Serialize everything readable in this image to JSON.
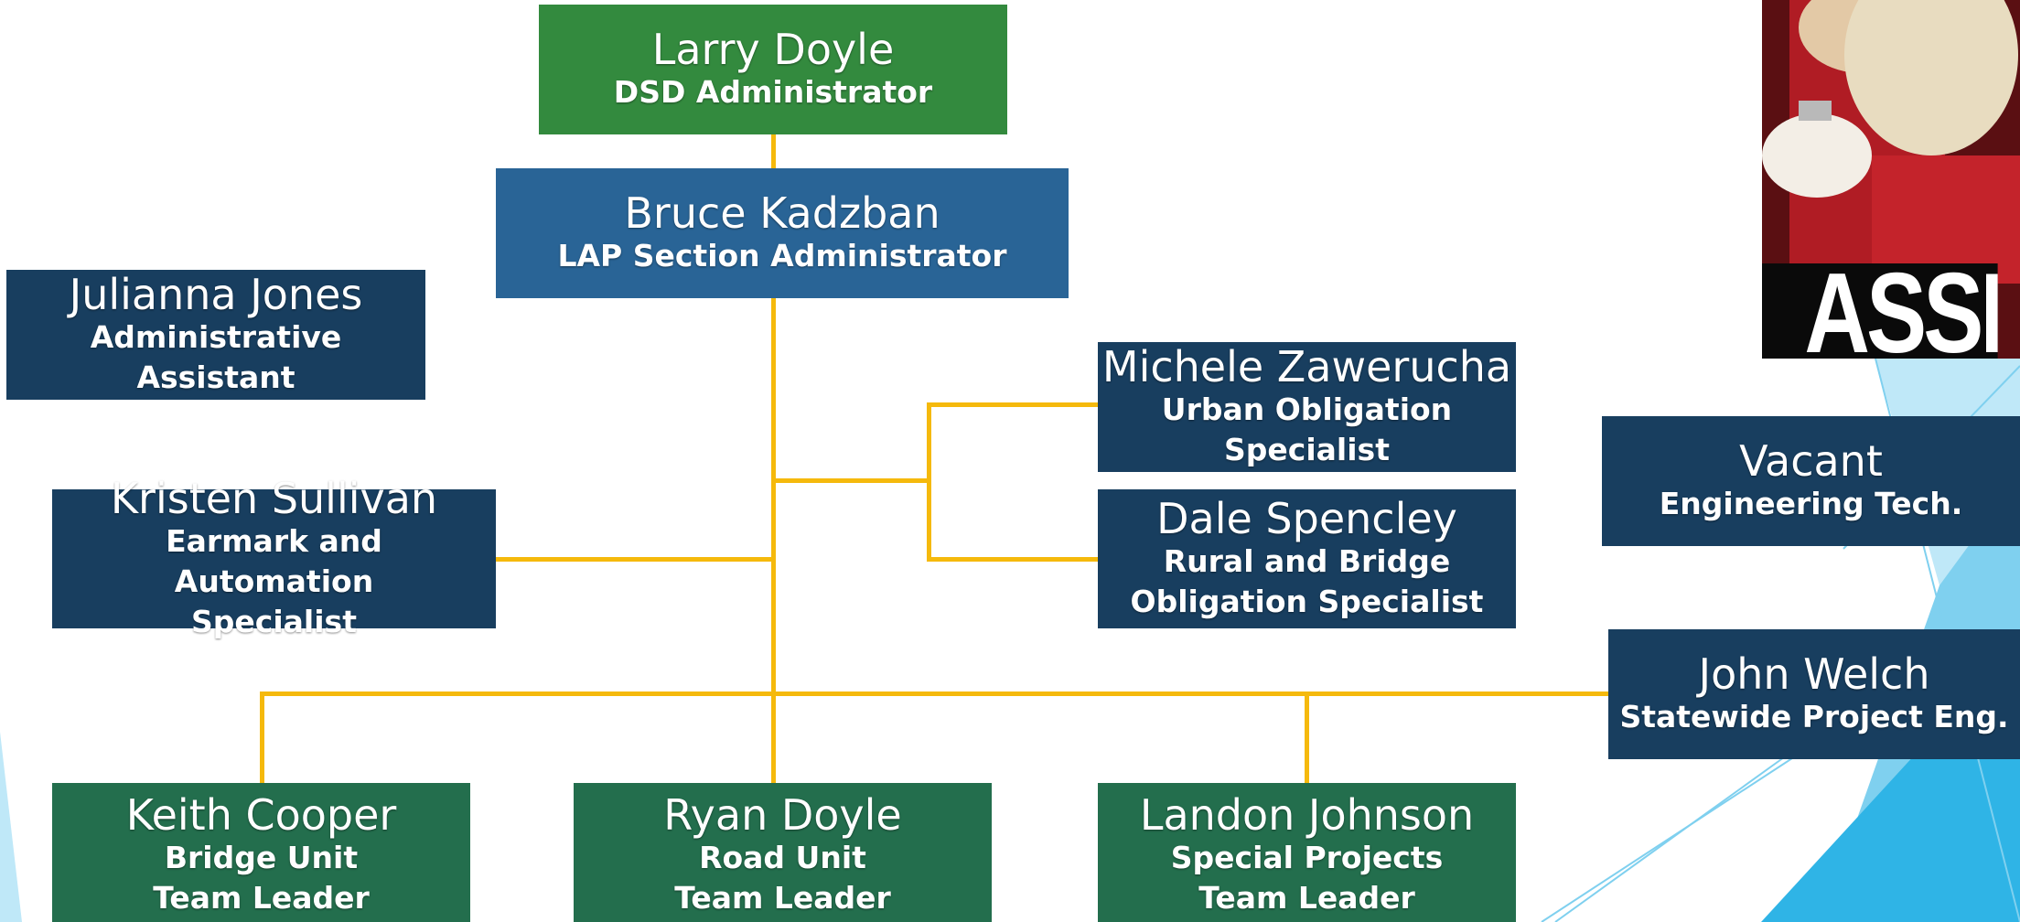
{
  "colors": {
    "connector": "#f5b90c",
    "exec_box": "#338a3e",
    "section_box": "#296496",
    "staff_box": "#183e5f",
    "team_box": "#236e4d",
    "decor_light_blue": "#bfe8f8",
    "decor_mid_blue": "#7fd0ef",
    "decor_deep_blue": "#2fb4e6"
  },
  "org": {
    "larry": {
      "name": "Larry Doyle",
      "role": "DSD Administrator"
    },
    "bruce": {
      "name": "Bruce Kadzban",
      "role": "LAP Section Administrator"
    },
    "julianna": {
      "name": "Julianna Jones",
      "role_line1": "Administrative",
      "role_line2": "Assistant"
    },
    "kristen": {
      "name": "Kristen Sullivan",
      "role_line1": "Earmark and Automation",
      "role_line2": "Specialist"
    },
    "michele": {
      "name": "Michele Zawerucha",
      "role_line1": "Urban Obligation",
      "role_line2": "Specialist"
    },
    "dale": {
      "name": "Dale Spencley",
      "role_line1": "Rural and Bridge",
      "role_line2": "Obligation Specialist"
    },
    "vacant": {
      "name": "Vacant",
      "role": "Engineering Tech."
    },
    "john": {
      "name": "John Welch",
      "role": "Statewide Project Eng."
    },
    "keith": {
      "name": "Keith Cooper",
      "role_line1": "Bridge Unit",
      "role_line2": "Team Leader"
    },
    "ryan": {
      "name": "Ryan Doyle",
      "role_line1": "Road Unit",
      "role_line2": "Team Leader"
    },
    "landon": {
      "name": "Landon Johnson",
      "role_line1": "Special Projects",
      "role_line2": "Team Leader"
    }
  },
  "photo": {
    "caption": "ASSEM"
  }
}
